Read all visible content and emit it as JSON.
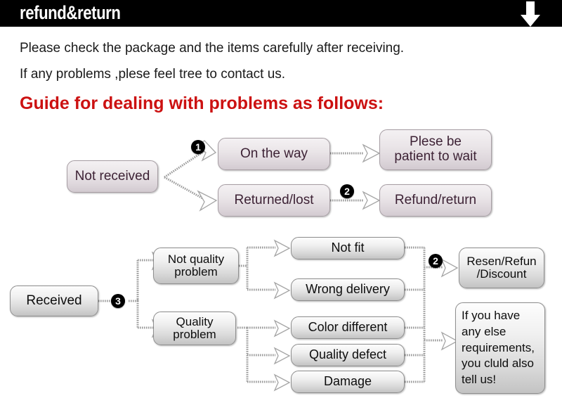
{
  "header": {
    "title": "refund&return",
    "arrow_icon": "down-arrow-icon"
  },
  "intro": {
    "line1": "Please check the package and the items carefully after receiving.",
    "line2": "If any problems ,plese feel tree to contact us.",
    "heading": "Guide for dealing with problems as follows:"
  },
  "colors": {
    "header_bg": "#000000",
    "header_text": "#ffffff",
    "heading_red": "#cc1111",
    "body_text": "#1a1a1a",
    "node_purple_text": "#3d2235",
    "node_gray_text": "#0d0d0d",
    "badge_bg": "#000000",
    "connector": "#9d9d9d"
  },
  "flow_top": {
    "start": {
      "label": "Not received"
    },
    "branches": [
      {
        "badge": "1",
        "cause": "On the way",
        "result": "Plese be\npatient to wait",
        "result_line1": "Plese be",
        "result_line2": "patient to wait"
      },
      {
        "badge": "2",
        "cause": "Returned/lost",
        "result": "Refund/return"
      }
    ]
  },
  "flow_bottom": {
    "start": {
      "label": "Received"
    },
    "start_badge": "3",
    "categories": [
      {
        "label": "Not quality\nproblem",
        "label_line1": "Not quality",
        "label_line2": "problem",
        "issues": [
          "Not fit",
          "Wrong delivery"
        ]
      },
      {
        "label": "Quality\nproblem",
        "label_line1": "Quality",
        "label_line2": "problem",
        "issues": [
          "Color different",
          "Quality defect",
          "Damage"
        ]
      }
    ],
    "issue_boxes": [
      "Not fit",
      "Wrong delivery",
      "Color different",
      "Quality defect",
      "Damage"
    ],
    "outcomes": [
      {
        "badge": "2",
        "text": "Resen/Refun\n/Discount",
        "line1": "Resen/Refun",
        "line2": "/Discount"
      },
      {
        "badge": "",
        "text": "If you have any else requirements, you cluld also tell us!",
        "line1": "If you have",
        "line2": "any else",
        "line3": "requirements,",
        "line4": "you cluld also",
        "line5": "tell us!"
      }
    ]
  }
}
